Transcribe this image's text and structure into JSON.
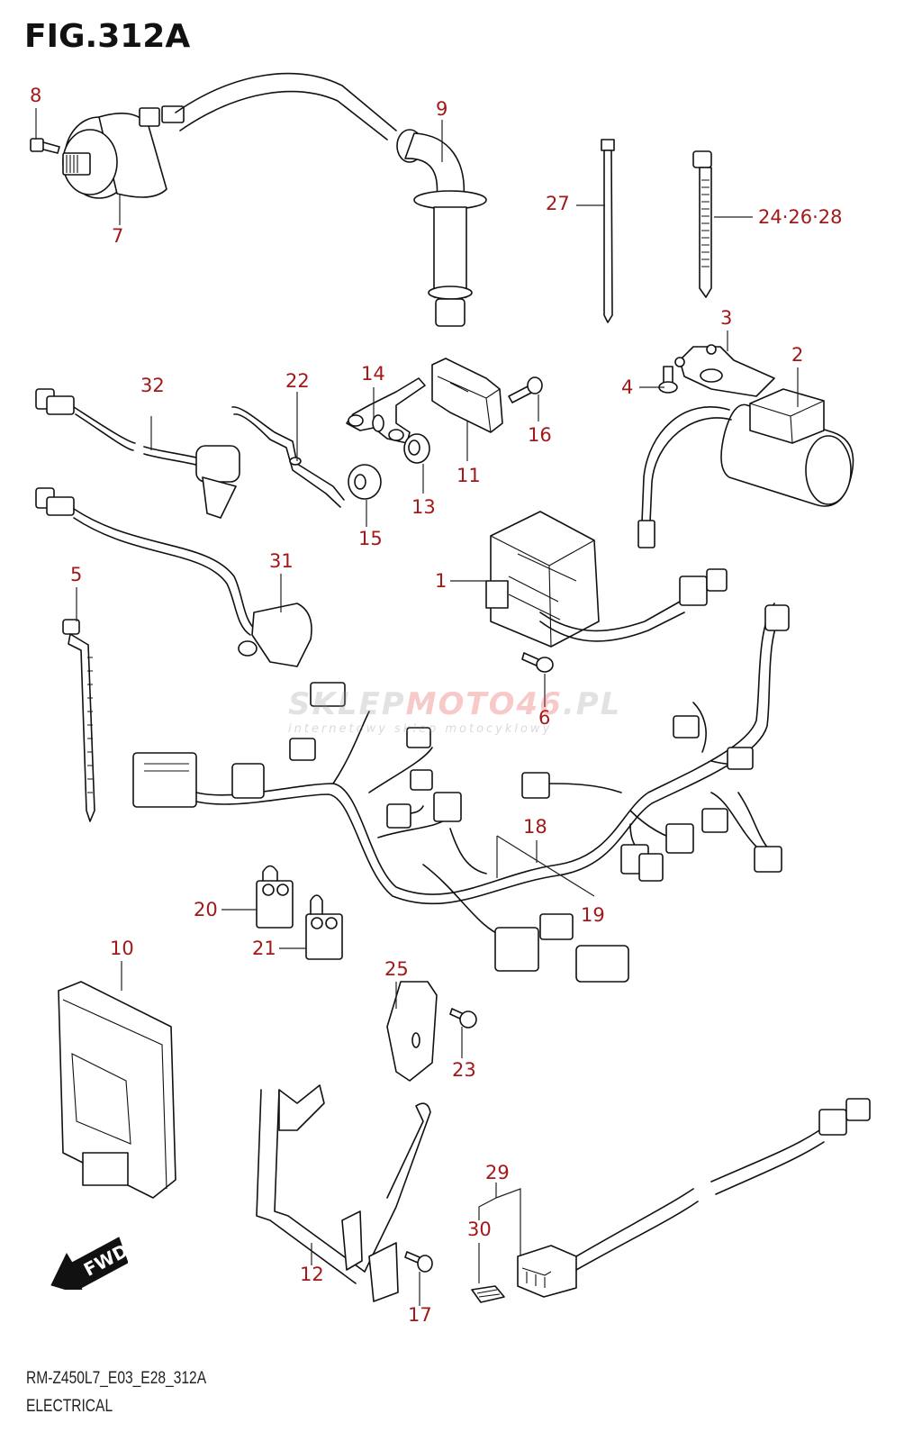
{
  "figure": {
    "title": "FIG.312A",
    "model_code": "RM-Z450L7_E03_E28_312A",
    "section_name": "ELECTRICAL"
  },
  "callout_color": "#a31818",
  "watermark": {
    "main_gray": "SKLEP",
    "main_red": "MOTO46",
    "main_suffix": ".PL",
    "sub": "internetowy sklep motocyklowy"
  },
  "fwd_arrow": {
    "label": "FWD"
  },
  "callouts": [
    {
      "id": "1",
      "label": "1"
    },
    {
      "id": "2",
      "label": "2"
    },
    {
      "id": "3",
      "label": "3"
    },
    {
      "id": "4",
      "label": "4"
    },
    {
      "id": "5",
      "label": "5"
    },
    {
      "id": "6",
      "label": "6"
    },
    {
      "id": "7",
      "label": "7"
    },
    {
      "id": "8",
      "label": "8"
    },
    {
      "id": "9",
      "label": "9"
    },
    {
      "id": "10",
      "label": "10"
    },
    {
      "id": "11",
      "label": "11"
    },
    {
      "id": "12",
      "label": "12"
    },
    {
      "id": "13",
      "label": "13"
    },
    {
      "id": "14",
      "label": "14"
    },
    {
      "id": "15",
      "label": "15"
    },
    {
      "id": "16",
      "label": "16"
    },
    {
      "id": "17",
      "label": "17"
    },
    {
      "id": "18",
      "label": "18"
    },
    {
      "id": "19",
      "label": "19"
    },
    {
      "id": "20",
      "label": "20"
    },
    {
      "id": "21",
      "label": "21"
    },
    {
      "id": "22",
      "label": "22"
    },
    {
      "id": "23",
      "label": "23"
    },
    {
      "id": "24-26-28",
      "label": "24·26·28"
    },
    {
      "id": "25",
      "label": "25"
    },
    {
      "id": "27",
      "label": "27"
    },
    {
      "id": "29",
      "label": "29"
    },
    {
      "id": "30",
      "label": "30"
    },
    {
      "id": "31",
      "label": "31"
    },
    {
      "id": "32",
      "label": "32"
    }
  ]
}
